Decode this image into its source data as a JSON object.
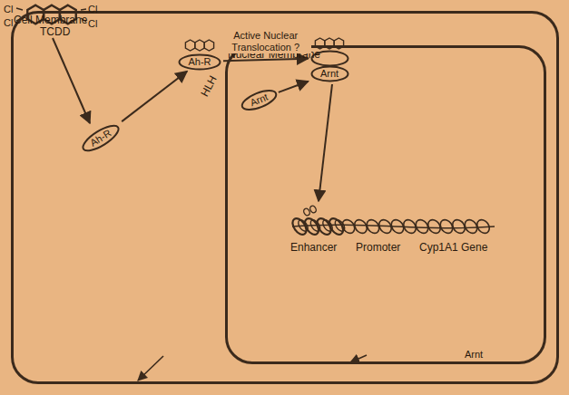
{
  "diagram": {
    "nodes": [
      {
        "text": [
          "Cell Membrane"
        ]
      },
      {
        "text": [
          "Nuclear Membrane"
        ],
        "in": 0
      },
      {
        "text": [
          "Ah-R"
        ],
        "in": 0
      },
      {
        "text": [
          "Ah-R"
        ],
        "in": 0
      },
      {
        "text": [
          "Arnt"
        ],
        "in": 1
      },
      {
        "text": [
          "Arnt"
        ],
        "in": 1
      },
      {
        "text": [
          "Arnt"
        ],
        "in": 1
      }
    ],
    "edges": [
      {
        "from": 2,
        "to": 3,
        "arrow": "to"
      },
      {
        "from": 3,
        "to": 4,
        "label": "Active Nuclear Translocation ?",
        "arrow": "to"
      },
      {
        "from": 6,
        "to": 5,
        "arrow": "to"
      }
    ],
    "labels": [
      "Cl",
      "Cl",
      "Cl",
      "Cl",
      "TCDD",
      "HLH",
      "Enhancer",
      "Promoter",
      "Cyp1A1 Gene"
    ]
  }
}
